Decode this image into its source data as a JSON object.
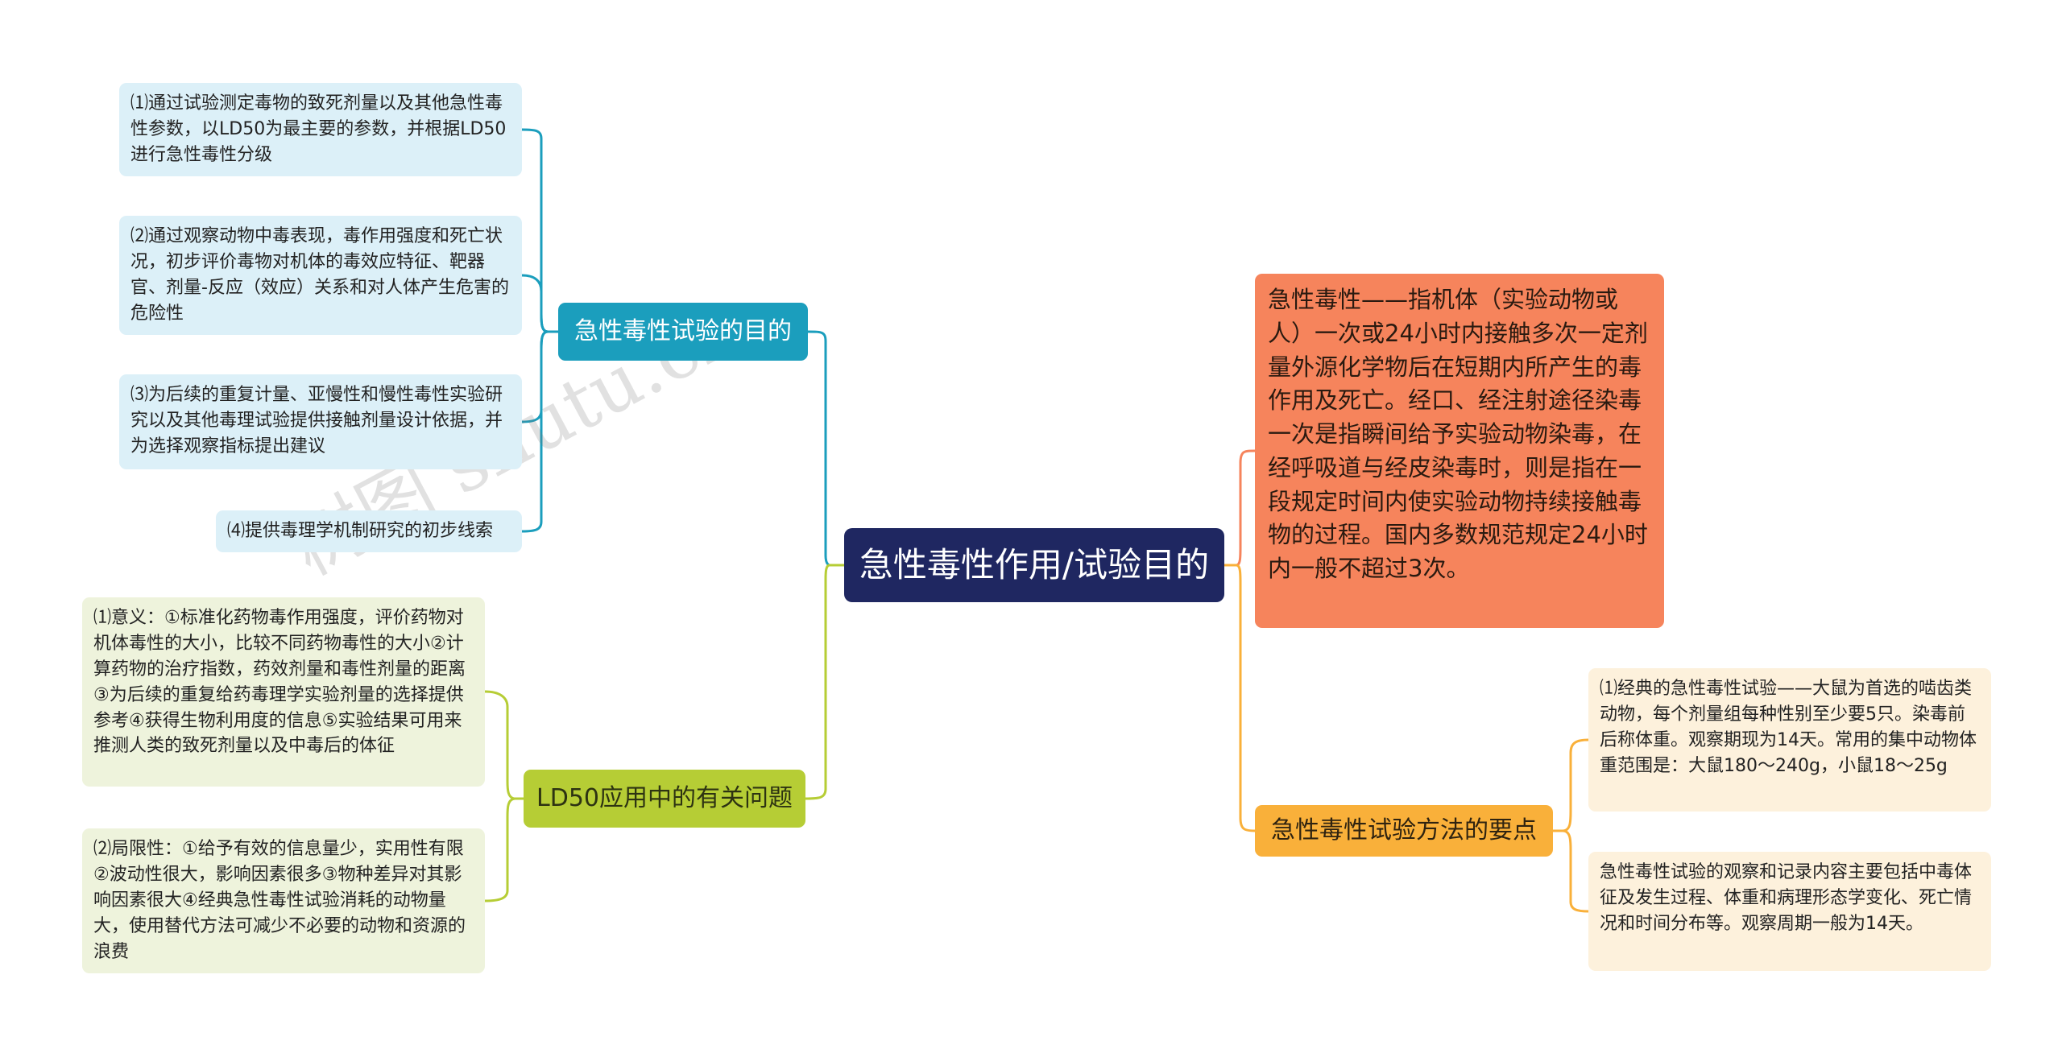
{
  "root": {
    "label": "急性毒性作用/试验目的"
  },
  "branches": {
    "purpose": {
      "label": "急性毒性试验的目的",
      "items": [
        "⑴通过试验测定毒物的致死剂量以及其他急性毒性参数，以LD50为最主要的参数，并根据LD50进行急性毒性分级",
        "⑵通过观察动物中毒表现，毒作用强度和死亡状况，初步评价毒物对机体的毒效应特征、靶器官、剂量-反应（效应）关系和对人体产生危害的危险性",
        "⑶为后续的重复计量、亚慢性和慢性毒性实验研究以及其他毒理试验提供接触剂量设计依据，并为选择观察指标提出建议",
        "⑷提供毒理学机制研究的初步线索"
      ]
    },
    "ld50": {
      "label": "LD50应用中的有关问题",
      "items": [
        "⑴意义：①标准化药物毒作用强度，评价药物对机体毒性的大小，比较不同药物毒性的大小②计算药物的治疗指数，药效剂量和毒性剂量的距离③为后续的重复给药毒理学实验剂量的选择提供参考④获得生物利用度的信息⑤实验结果可用来推测人类的致死剂量以及中毒后的体征",
        "⑵局限性：①给予有效的信息量少，实用性有限②波动性很大，影响因素很多③物种差异对其影响因素很大④经典急性毒性试验消耗的动物量大，使用替代方法可减少不必要的动物和资源的浪费"
      ]
    },
    "definition": {
      "text": "急性毒性——指机体（实验动物或人）一次或24小时内接触多次一定剂量外源化学物后在短期内所产生的毒作用及死亡。经口、经注射途径染毒一次是指瞬间给予实验动物染毒，在经呼吸道与经皮染毒时，则是指在一段规定时间内使实验动物持续接触毒物的过程。国内多数规范规定24小时内一般不超过3次。"
    },
    "method": {
      "label": "急性毒性试验方法的要点",
      "items": [
        "⑴经典的急性毒性试验——大鼠为首选的啮齿类动物，每个剂量组每种性别至少要5只。染毒前后称体重。观察期现为14天。常用的集中动物体重范围是：大鼠180～240g，小鼠18～25g",
        "急性毒性试验的观察和记录内容主要包括中毒体征及发生过程、体重和病理形态学变化、死亡情况和时间分布等。观察周期一般为14天。"
      ]
    }
  },
  "watermarks": [
    "树图 shutu.cn",
    "shutu.cn"
  ],
  "colors": {
    "root": "#1f2761",
    "purpose": "#1b9ebd",
    "ld50": "#b6cd35",
    "definition": "#f6845c",
    "method": "#f9b03a"
  }
}
